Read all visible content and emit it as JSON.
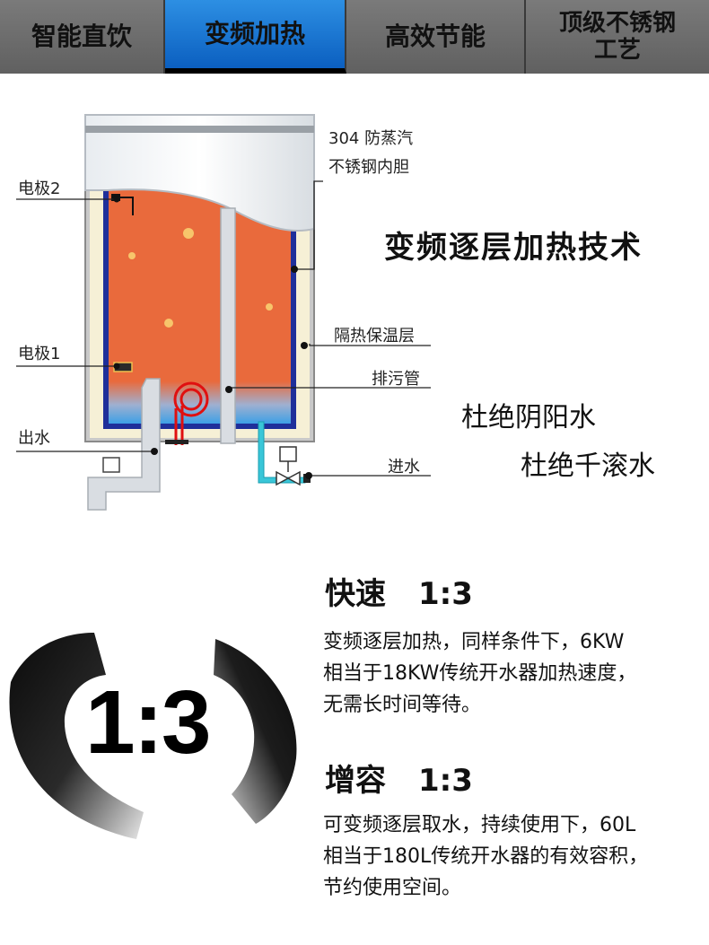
{
  "tabs": [
    {
      "label": "智能直饮",
      "active": false
    },
    {
      "label": "变频加热",
      "active": true
    },
    {
      "label": "高效节能",
      "active": false
    },
    {
      "label": "顶级不锈钢\n工艺",
      "active": false
    }
  ],
  "diagram": {
    "labels": {
      "tank_material_line1": "304 防蒸汽",
      "tank_material_line2": "不锈钢内胆",
      "electrode2": "电极2",
      "electrode1": "电极1",
      "insulation": "隔热保温层",
      "drain_pipe": "排污管",
      "water_out": "出水",
      "water_in": "进水"
    },
    "heading": "变频逐层加热技术",
    "slogans": [
      "杜绝阴阳水",
      "杜绝千滚水"
    ],
    "colors": {
      "water": "#e96a3c",
      "tank_wall": "#1f2f9a",
      "insulation": "#f6f0d6",
      "inlet_pipe": "#39c6d8",
      "heater_coil": "#e01010"
    }
  },
  "features": [
    {
      "title": "快速",
      "ratio": "1:3",
      "lines": [
        "变频逐层加热，同样条件下，6KW",
        "相当于18KW传统开水器加热速度，",
        "无需长时间等待。"
      ]
    },
    {
      "title": "增容",
      "ratio": "1:3",
      "lines": [
        "可变频逐层取水，持续使用下，60L",
        "相当于180L传统开水器的有效容积，",
        "节约使用空间。"
      ]
    }
  ],
  "ring_ratio": "1:3"
}
